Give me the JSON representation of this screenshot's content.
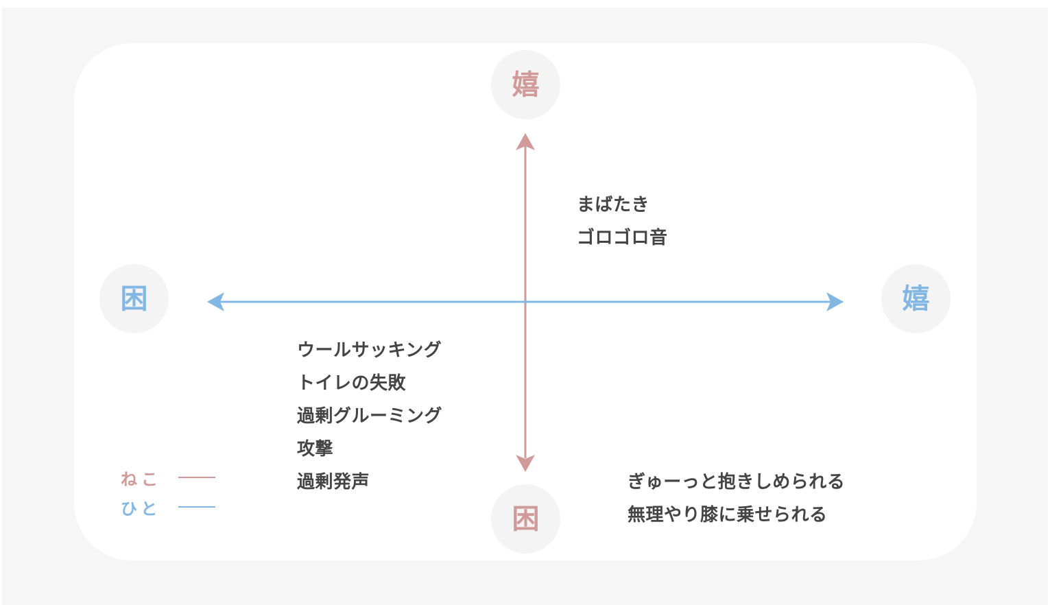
{
  "colors": {
    "cat": "#d09a99",
    "human": "#82b7e4",
    "text": "#444444"
  },
  "poles": {
    "cat_top": "嬉",
    "cat_bottom": "困",
    "human_left": "困",
    "human_right": "嬉"
  },
  "quadrants": {
    "upper_right": [
      "まばたき",
      "ゴロゴロ音"
    ],
    "lower_left": [
      "ウールサッキング",
      "トイレの失敗",
      "過剰グルーミング",
      "攻撃",
      "過剰発声"
    ],
    "lower_right": [
      "ぎゅーっと抱きしめられる",
      "無理やり膝に乗せられる"
    ]
  },
  "legend": {
    "cat_label": "ねこ",
    "human_label": "ひと"
  }
}
